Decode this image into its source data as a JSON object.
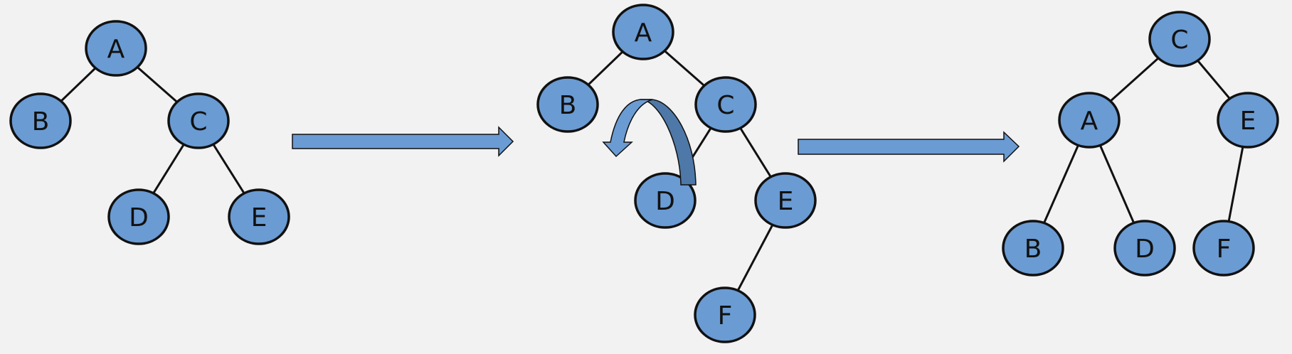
{
  "colors": {
    "background": "#f2f2f2",
    "node_fill": "#6a9bd3",
    "node_stroke": "#111111",
    "edge": "#111111",
    "arrow_fill": "#6a9bd3",
    "rotate_arrow_dark": "#4e78a8"
  },
  "stages": [
    {
      "nodes": [
        {
          "id": "s1-A",
          "label": "A"
        },
        {
          "id": "s1-B",
          "label": "B"
        },
        {
          "id": "s1-C",
          "label": "C"
        },
        {
          "id": "s1-D",
          "label": "D"
        },
        {
          "id": "s1-E",
          "label": "E"
        }
      ],
      "edges": [
        [
          "s1-A",
          "s1-B"
        ],
        [
          "s1-A",
          "s1-C"
        ],
        [
          "s1-C",
          "s1-D"
        ],
        [
          "s1-C",
          "s1-E"
        ]
      ]
    },
    {
      "nodes": [
        {
          "id": "s2-A",
          "label": "A"
        },
        {
          "id": "s2-B",
          "label": "B"
        },
        {
          "id": "s2-C",
          "label": "C"
        },
        {
          "id": "s2-D",
          "label": "D"
        },
        {
          "id": "s2-E",
          "label": "E"
        },
        {
          "id": "s2-F",
          "label": "F"
        }
      ],
      "edges": [
        [
          "s2-A",
          "s2-B"
        ],
        [
          "s2-A",
          "s2-C"
        ],
        [
          "s2-C",
          "s2-D"
        ],
        [
          "s2-C",
          "s2-E"
        ],
        [
          "s2-E",
          "s2-F"
        ]
      ]
    },
    {
      "nodes": [
        {
          "id": "s3-C",
          "label": "C"
        },
        {
          "id": "s3-A",
          "label": "A"
        },
        {
          "id": "s3-E",
          "label": "E"
        },
        {
          "id": "s3-B",
          "label": "B"
        },
        {
          "id": "s3-D",
          "label": "D"
        },
        {
          "id": "s3-F",
          "label": "F"
        }
      ],
      "edges": [
        [
          "s3-C",
          "s3-A"
        ],
        [
          "s3-C",
          "s3-E"
        ],
        [
          "s3-A",
          "s3-B"
        ],
        [
          "s3-A",
          "s3-D"
        ],
        [
          "s3-E",
          "s3-F"
        ]
      ]
    }
  ]
}
